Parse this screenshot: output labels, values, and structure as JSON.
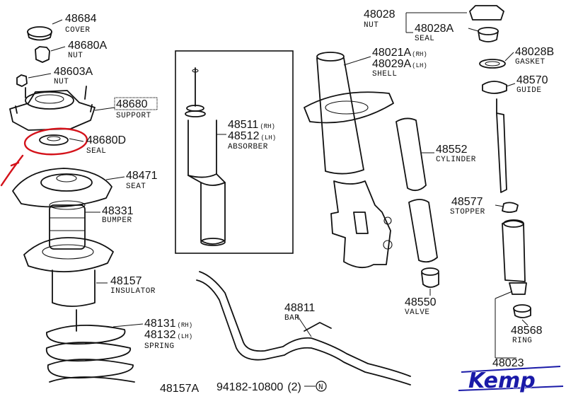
{
  "parts": [
    {
      "id": "cover",
      "number": "48684",
      "name": "COVER"
    },
    {
      "id": "nut-top",
      "number": "48680A",
      "name": "NUT"
    },
    {
      "id": "nut-mid",
      "number": "48603A",
      "name": "NUT"
    },
    {
      "id": "support",
      "number": "48680",
      "name": "SUPPORT"
    },
    {
      "id": "seal-left",
      "number": "48680D",
      "name": "SEAL"
    },
    {
      "id": "seat",
      "number": "48471",
      "name": "SEAT"
    },
    {
      "id": "bumper",
      "number": "48331",
      "name": "BUMPER"
    },
    {
      "id": "insulator",
      "number": "48157",
      "name": "INSULATOR"
    },
    {
      "id": "spring",
      "number": "48131",
      "suffix": "(RH)",
      "number2": "48132",
      "suffix2": "(LH)",
      "name": "SPRING"
    },
    {
      "id": "bottom-part",
      "number": "48157A"
    },
    {
      "id": "absorber",
      "number": "48511",
      "suffix": "(RH)",
      "number2": "48512",
      "suffix2": "(LH)",
      "name": "ABSORBER"
    },
    {
      "id": "bar",
      "number": "48811",
      "name": "BAR"
    },
    {
      "id": "bolt",
      "number": "94182-10800",
      "qty": "(2)",
      "symbol": "N"
    },
    {
      "id": "nut-right",
      "number": "48028",
      "name": "NUT"
    },
    {
      "id": "seal-right",
      "number": "48028A",
      "name": "SEAL"
    },
    {
      "id": "shell",
      "number": "48021A",
      "suffix": "(RH)",
      "number2": "48029A",
      "suffix2": "(LH)",
      "name": "SHELL"
    },
    {
      "id": "cylinder",
      "number": "48552",
      "name": "CYLINDER"
    },
    {
      "id": "stopper",
      "number": "48577",
      "name": "STOPPER"
    },
    {
      "id": "valve",
      "number": "48550",
      "name": "VALVE"
    },
    {
      "id": "gasket",
      "number": "48028B",
      "name": "GASKET"
    },
    {
      "id": "guide",
      "number": "48570",
      "name": "GUIDE"
    },
    {
      "id": "ring",
      "number": "48568",
      "name": "RING"
    },
    {
      "id": "lower",
      "number": "48023"
    }
  ],
  "logo": {
    "text": "Kemp"
  },
  "colors": {
    "ink": "#111111",
    "annotation": "#d4121a",
    "logo": "#1a1aa8"
  }
}
